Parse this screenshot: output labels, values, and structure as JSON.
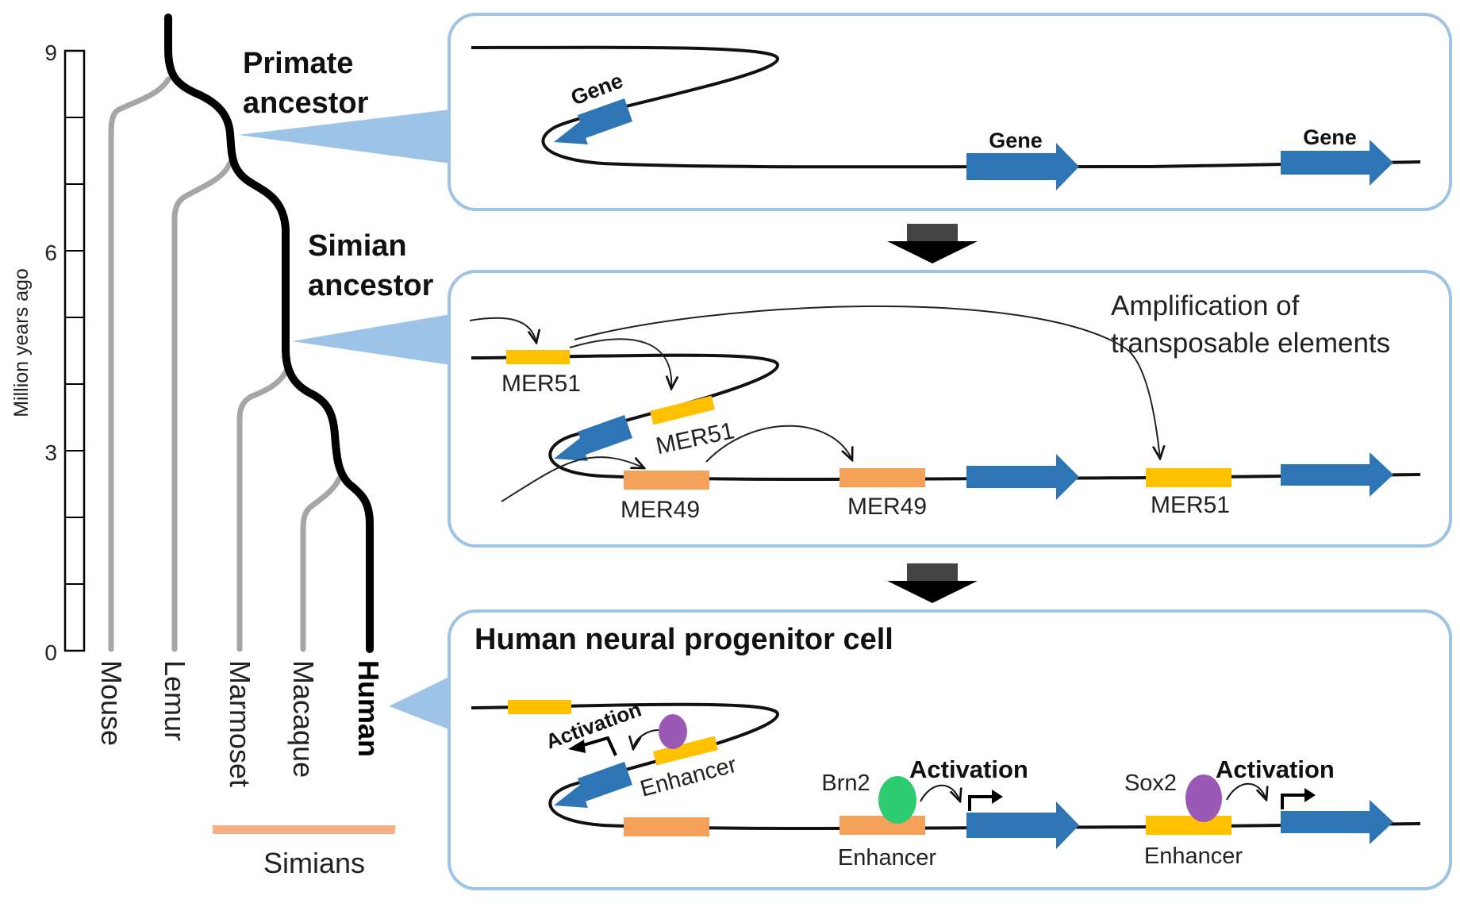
{
  "colors": {
    "panel_border": "#9dc3e6",
    "callout": "#9dc3e6",
    "gene_blue": "#2e75b6",
    "mer51_yellow": "#ffc000",
    "mer49_orange": "#f4a15a",
    "simian_bar": "#f4b183",
    "human_lineage": "#000000",
    "other_lineage": "#a6a6a6",
    "brn2_green": "#2ecc71",
    "sox2_purple": "#9b59b6"
  },
  "timeline": {
    "axis_title": "Million years ago",
    "ticks": [
      "9",
      "6",
      "3",
      "0"
    ]
  },
  "tree": {
    "species": [
      "Mouse",
      "Lemur",
      "Marmoset",
      "Macaque",
      "Human"
    ],
    "simians_label": "Simians",
    "primate_ancestor": [
      "Primate",
      "ancestor"
    ],
    "simian_ancestor": [
      "Simian",
      "ancestor"
    ]
  },
  "panel1": {
    "gene_labels": [
      "Gene",
      "Gene",
      "Gene"
    ]
  },
  "panel2": {
    "note_lines": [
      "Amplification of",
      "transposable elements"
    ],
    "te_labels": [
      "MER51",
      "MER51",
      "MER49",
      "MER49",
      "MER51"
    ]
  },
  "panel3": {
    "title": "Human neural progenitor cell",
    "activation_labels": [
      "Activation",
      "Activation",
      "Activation"
    ],
    "enhancer_labels": [
      "Enhancer",
      "Enhancer",
      "Enhancer"
    ],
    "tf_labels": [
      "Brn2",
      "Sox2"
    ]
  }
}
